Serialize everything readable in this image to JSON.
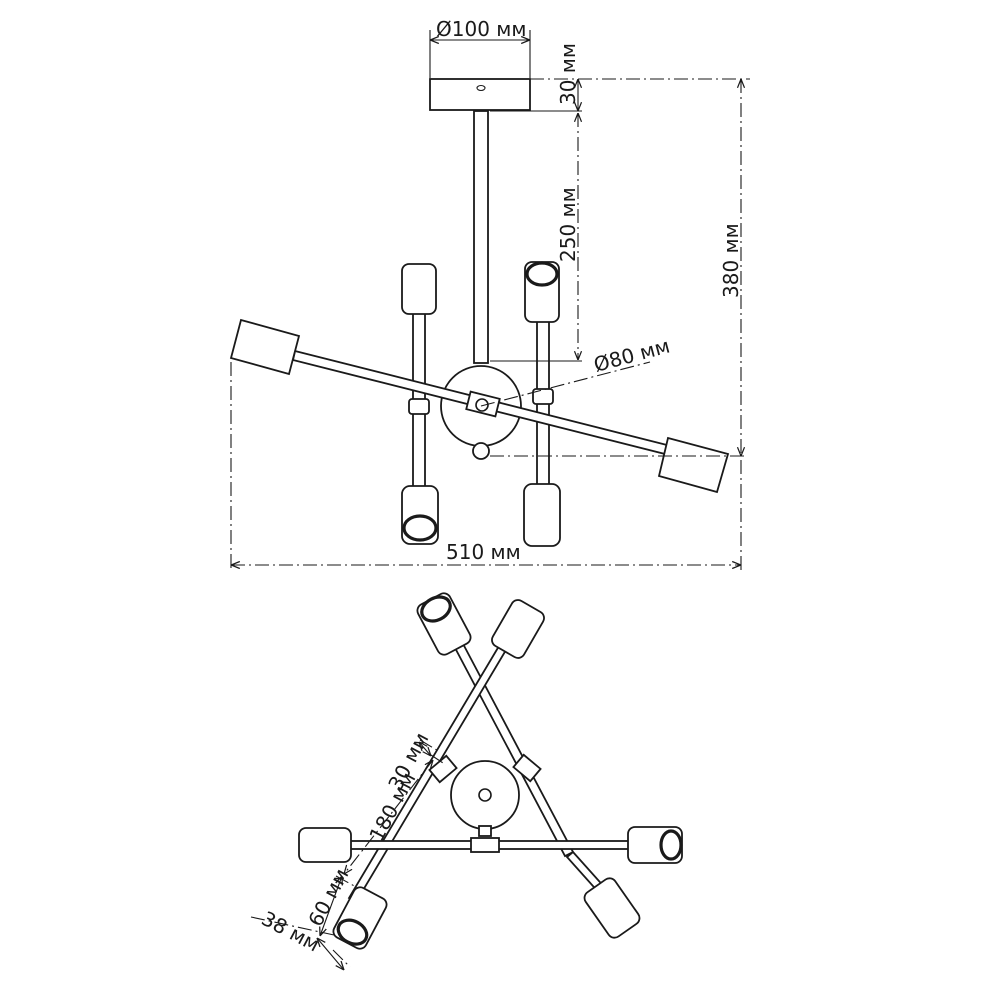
{
  "side_view": {
    "dims": {
      "canopy_diameter": "Ø100 мм",
      "canopy_height": "30 мм",
      "rod_length": "250 мм",
      "total_height": "380 мм",
      "hub_diameter": "Ø80 мм",
      "total_width": "510 мм"
    }
  },
  "top_view": {
    "dims": {
      "arm_offset": "30 мм",
      "arm_length": "180 мм",
      "shade_length": "60 мм",
      "shade_diameter": "38 мм"
    }
  }
}
